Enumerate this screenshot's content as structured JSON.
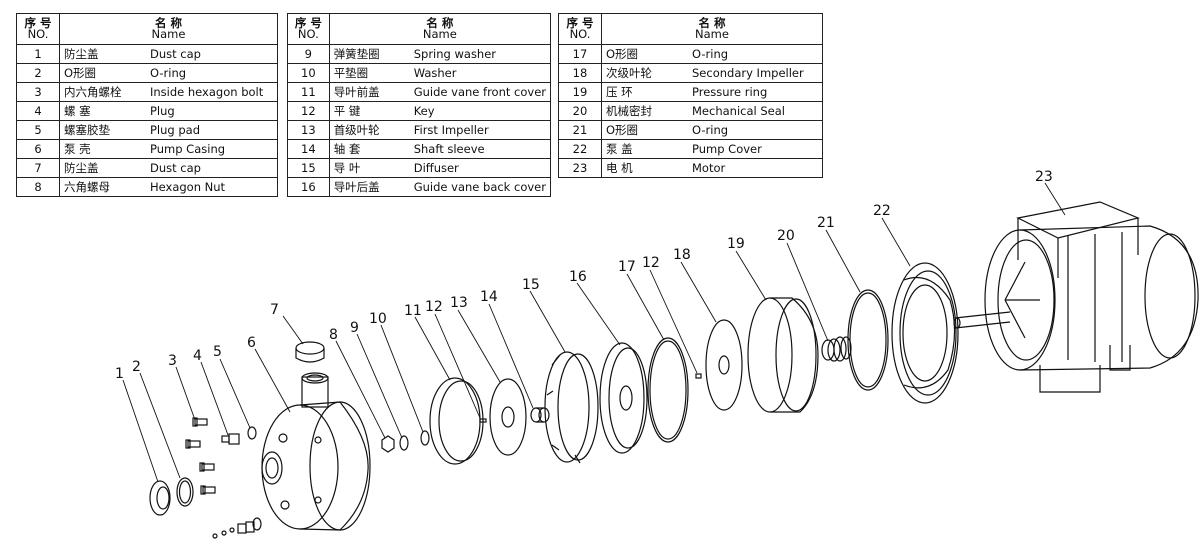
{
  "header": {
    "no_zh": "序 号",
    "no_en": "NO.",
    "name_zh": "名 称",
    "name_en": "Name"
  },
  "parts_tables": [
    [
      {
        "no": "1",
        "zh": "防尘盖",
        "en": "Dust  cap"
      },
      {
        "no": "2",
        "zh": "O形圈",
        "en": "O-ring"
      },
      {
        "no": "3",
        "zh": "内六角螺栓",
        "en": "Inside hexagon bolt"
      },
      {
        "no": "4",
        "zh": "螺  塞",
        "en": "Plug"
      },
      {
        "no": "5",
        "zh": "螺塞胶垫",
        "en": "Plug pad"
      },
      {
        "no": "6",
        "zh": "泵  壳",
        "en": "Pump Casing"
      },
      {
        "no": "7",
        "zh": "防尘盖",
        "en": "Dust  cap"
      },
      {
        "no": "8",
        "zh": "六角螺母",
        "en": "Hexagon Nut"
      }
    ],
    [
      {
        "no": "9",
        "zh": "弹簧垫圈",
        "en": "Spring washer"
      },
      {
        "no": "10",
        "zh": "平垫圈",
        "en": "Washer"
      },
      {
        "no": "11",
        "zh": "导叶前盖",
        "en": "Guide vane front cover"
      },
      {
        "no": "12",
        "zh": "平  键",
        "en": "Key"
      },
      {
        "no": "13",
        "zh": "首级叶轮",
        "en": "First Impeller"
      },
      {
        "no": "14",
        "zh": "轴  套",
        "en": "Shaft sleeve"
      },
      {
        "no": "15",
        "zh": "导  叶",
        "en": "Diffuser"
      },
      {
        "no": "16",
        "zh": "导叶后盖",
        "en": "Guide vane back cover"
      }
    ],
    [
      {
        "no": "17",
        "zh": "O形圈",
        "en": "O-ring"
      },
      {
        "no": "18",
        "zh": "次级叶轮",
        "en": "Secondary Impeller"
      },
      {
        "no": "19",
        "zh": "压  环",
        "en": "Pressure ring"
      },
      {
        "no": "20",
        "zh": "机械密封",
        "en": "Mechanical Seal"
      },
      {
        "no": "21",
        "zh": "O形圈",
        "en": "O-ring"
      },
      {
        "no": "22",
        "zh": "泵  盖",
        "en": "Pump Cover"
      },
      {
        "no": "23",
        "zh": "电  机",
        "en": "Motor"
      }
    ]
  ],
  "callouts": {
    "c1": "1",
    "c2": "2",
    "c3": "3",
    "c4": "4",
    "c5": "5",
    "c6": "6",
    "c7": "7",
    "c8": "8",
    "c9": "9",
    "c10": "10",
    "c11": "11",
    "c12a": "12",
    "c13": "13",
    "c14": "14",
    "c15": "15",
    "c16": "16",
    "c17": "17",
    "c12b": "12",
    "c18": "18",
    "c19": "19",
    "c20": "20",
    "c21": "21",
    "c22": "22",
    "c23": "23"
  }
}
